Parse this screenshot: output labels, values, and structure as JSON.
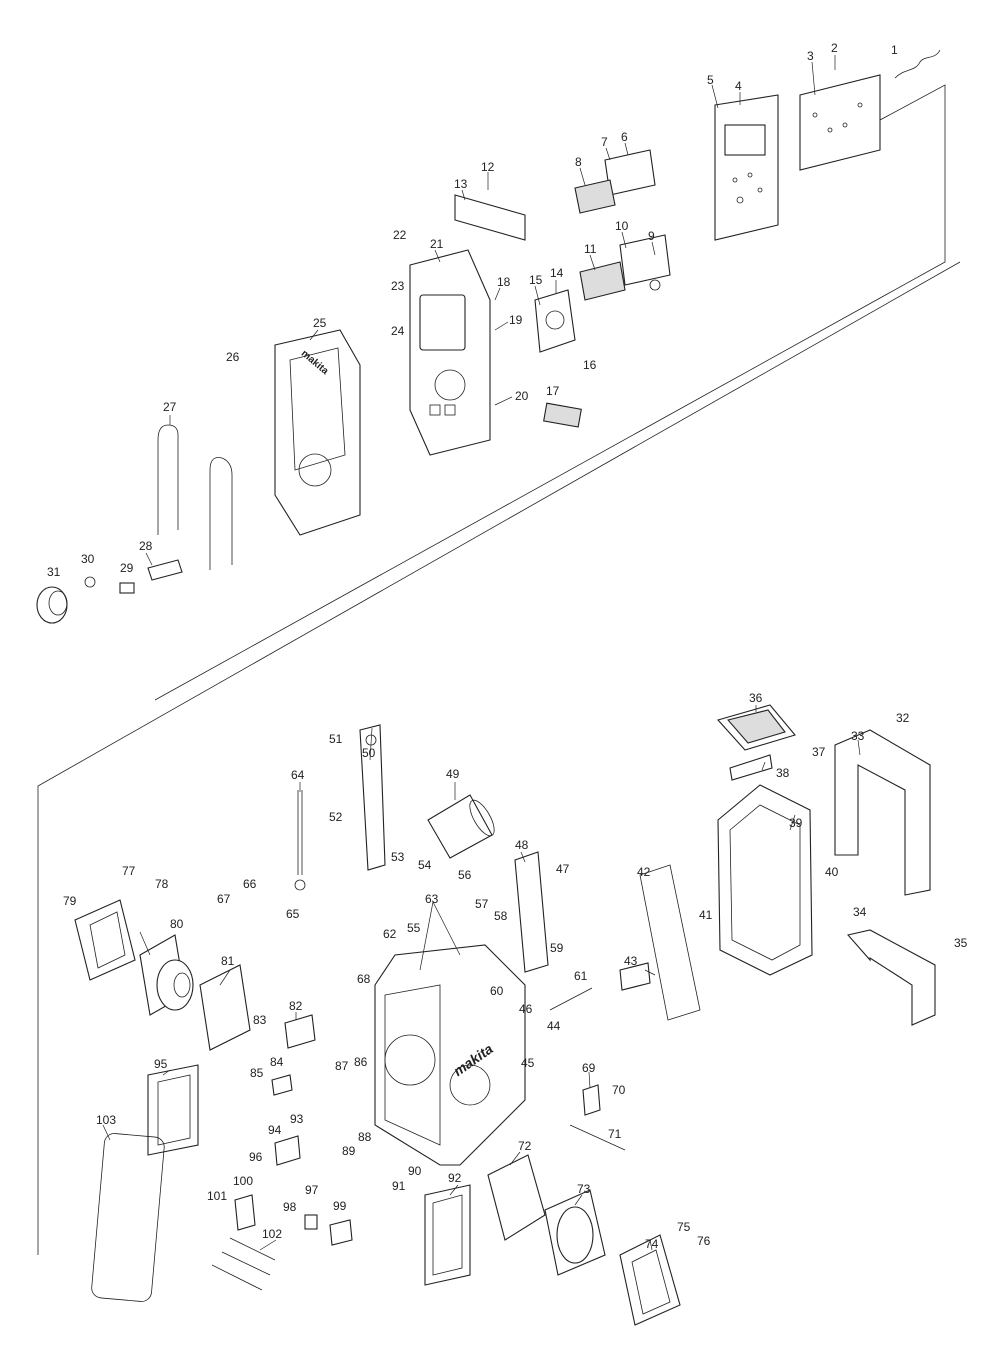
{
  "diagram": {
    "part_numbers": [
      "1",
      "2",
      "3",
      "4",
      "5",
      "6",
      "7",
      "8",
      "9",
      "10",
      "11",
      "12",
      "13",
      "14",
      "15",
      "16",
      "17",
      "18",
      "19",
      "20",
      "21",
      "22",
      "23",
      "24",
      "25",
      "26",
      "27",
      "28",
      "29",
      "30",
      "31",
      "32",
      "33",
      "34",
      "35",
      "36",
      "37",
      "38",
      "39",
      "40",
      "41",
      "42",
      "43",
      "44",
      "45",
      "46",
      "47",
      "48",
      "49",
      "50",
      "51",
      "52",
      "53",
      "54",
      "55",
      "56",
      "57",
      "58",
      "59",
      "60",
      "61",
      "62",
      "63",
      "64",
      "65",
      "66",
      "67",
      "68",
      "69",
      "70",
      "71",
      "72",
      "73",
      "74",
      "75",
      "76",
      "77",
      "78",
      "79",
      "80",
      "81",
      "82",
      "83",
      "84",
      "85",
      "86",
      "87",
      "88",
      "89",
      "90",
      "91",
      "92",
      "93",
      "94",
      "95",
      "96",
      "97",
      "98",
      "99",
      "100",
      "101",
      "102",
      "103"
    ],
    "brand_marks": [
      "makita",
      "makita"
    ],
    "colors": {
      "line": "#222222",
      "background": "#ffffff"
    }
  }
}
